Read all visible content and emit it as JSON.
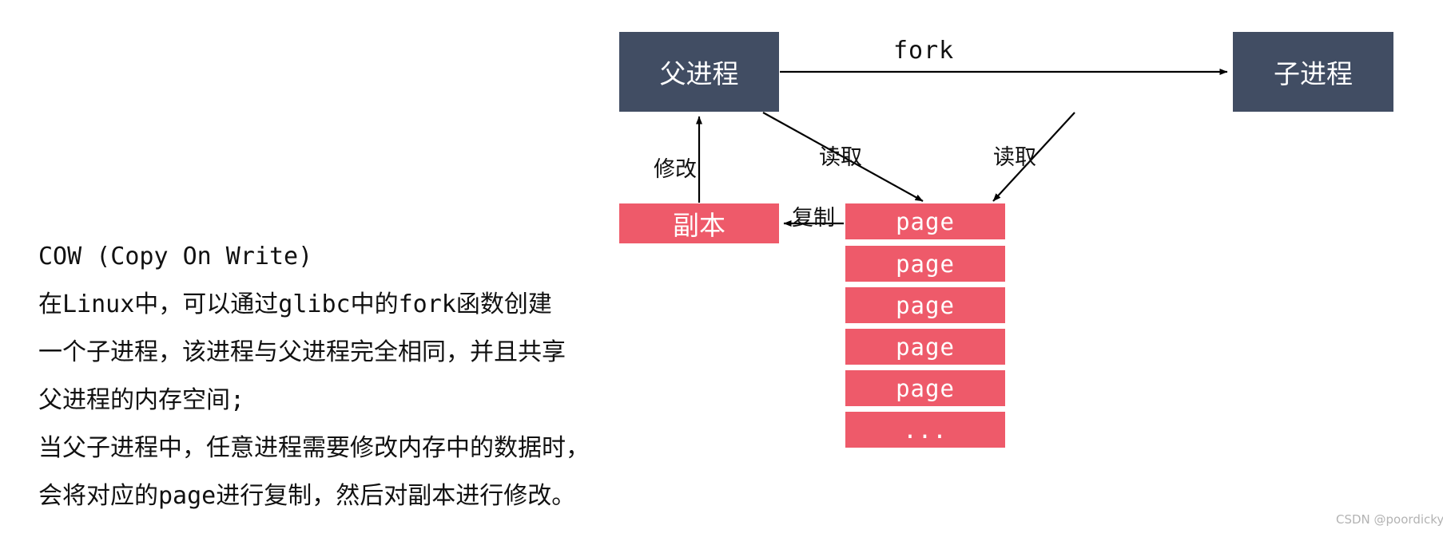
{
  "article": {
    "lines": [
      "COW (Copy On Write)",
      "在Linux中，可以通过glibc中的fork函数创建",
      "一个子进程，该进程与父进程完全相同，并且共享",
      "父进程的内存空间;",
      "当父子进程中，任意进程需要修改内存中的数据时，",
      "会将对应的page进行复制，然后对副本进行修改。"
    ]
  },
  "diagram": {
    "parent_process": "父进程",
    "child_process": "子进程",
    "copy_node": "副本",
    "pages": [
      "page",
      "page",
      "page",
      "page",
      "page",
      "..."
    ],
    "edges": {
      "fork": "fork",
      "modify": "修改",
      "read_left": "读取",
      "read_right": "读取",
      "duplicate": "复制"
    }
  },
  "watermark": "CSDN @poordicky",
  "colors": {
    "node_dark": "#414d63",
    "node_red": "#ee5a6a",
    "text": "#111111",
    "background": "#ffffff",
    "watermark": "#b3b3b3"
  }
}
